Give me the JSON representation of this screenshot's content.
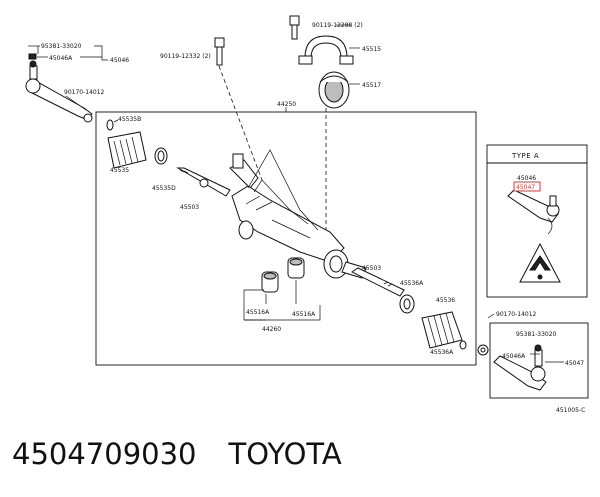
{
  "labels": {
    "p_95381_33020_tl": "95381-33020",
    "p_45046a_tl": "45046A",
    "p_45046_tl": "45046",
    "p_90170_14012_tl": "90170-14012",
    "p_90119_12332": "90119-12332 (2)",
    "p_90119_12288": "90119-12288 (2)",
    "p_45515": "45515",
    "p_45517": "45517",
    "p_44250": "44250",
    "p_45535b": "45535B",
    "p_45535": "45535",
    "p_45535d": "45535D",
    "p_45503_l": "45503",
    "p_45503_r": "45503",
    "p_45536a_top": "45536A",
    "p_45536": "45536",
    "p_45536a_bot": "45536A",
    "p_45516a_l": "45516A",
    "p_45516a_r": "45516A",
    "p_44260": "44260",
    "p_90170_14012_r": "90170-14012",
    "p_95381_33020_r": "95381-33020",
    "p_45046a_r": "45046A",
    "p_45047": "45047",
    "type_a": "TYPE A",
    "typea_45046": "45046",
    "typea_45047": "45047",
    "drawing_no": "451005-C"
  },
  "caption": {
    "part_number": "4504709030",
    "brand": "TOYOTA"
  }
}
